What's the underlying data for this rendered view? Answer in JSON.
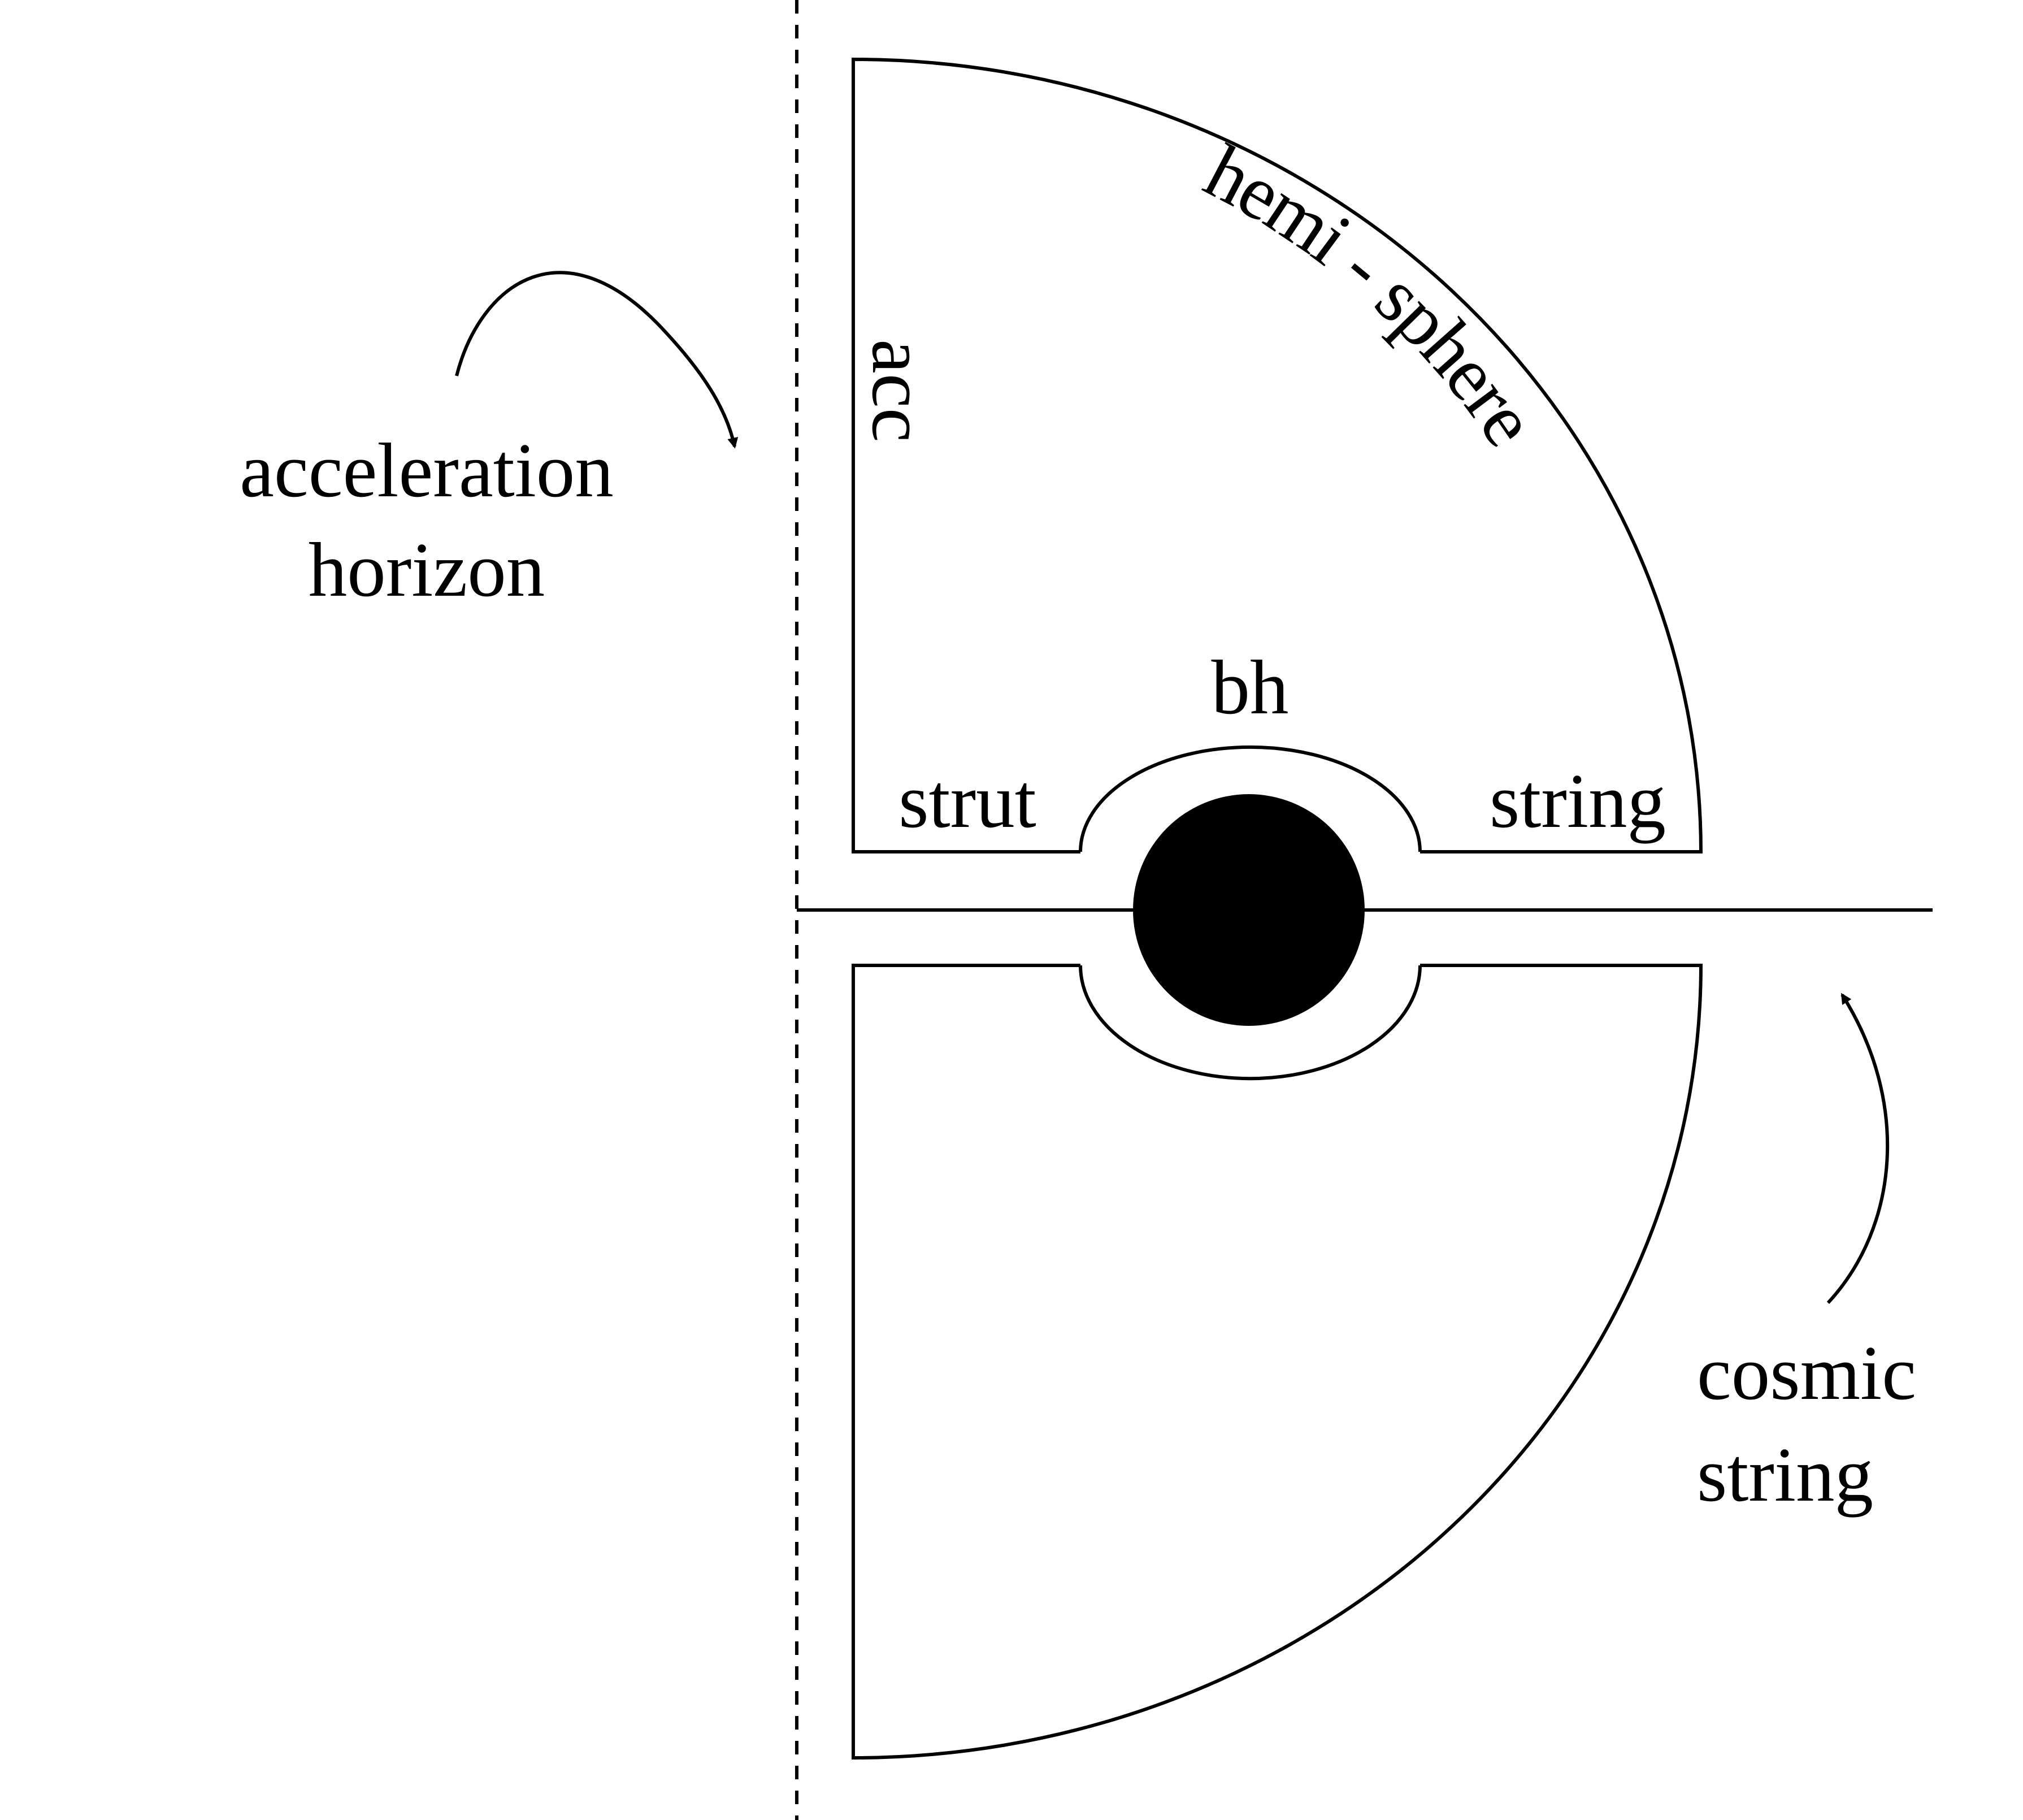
{
  "labels": {
    "acceleration_horizon_line1": "acceleration",
    "acceleration_horizon_line2": "horizon",
    "acc": "acc",
    "hemisphere": "hemi - sphere",
    "bh": "bh",
    "strut": "strut",
    "string": "string",
    "cosmic_string_line1": "cosmic",
    "cosmic_string_line2": "string"
  },
  "colors": {
    "ink": "#000000",
    "background": "#ffffff"
  }
}
